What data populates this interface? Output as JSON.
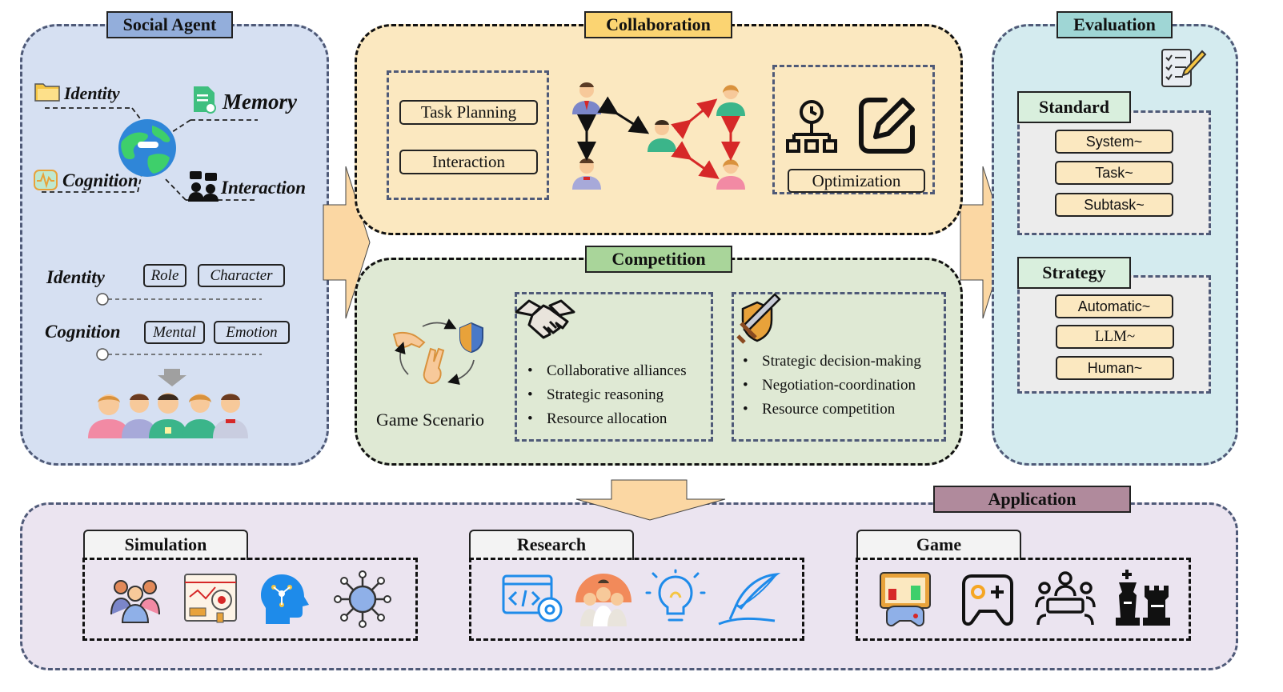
{
  "social_agent": {
    "title": "Social Agent",
    "traits": [
      "Identity",
      "Memory",
      "Cognition",
      "Interaction"
    ],
    "identity_label": "Identity",
    "identity_tags": [
      "Role",
      "Character"
    ],
    "cognition_label": "Cognition",
    "cognition_tags": [
      "Mental",
      "Emotion"
    ]
  },
  "collaboration": {
    "title": "Collaboration",
    "left_items": [
      "Task Planning",
      "Interaction"
    ],
    "optimization_label": "Optimization"
  },
  "competition": {
    "title": "Competition",
    "game_scenario": "Game Scenario",
    "list1": [
      "Collaborative alliances",
      "Strategic reasoning",
      "Resource allocation"
    ],
    "list2": [
      "Strategic decision-making",
      "Negotiation-coordination",
      "Resource competition"
    ]
  },
  "evaluation": {
    "title": "Evaluation",
    "standard_title": "Standard",
    "standard_items": [
      "System~",
      "Task~",
      "Subtask~"
    ],
    "strategy_title": "Strategy",
    "strategy_items": [
      "Automatic~",
      "LLM~",
      "Human~"
    ]
  },
  "application": {
    "title": "Application",
    "simulation_title": "Simulation",
    "research_title": "Research",
    "game_title": "Game"
  },
  "colors": {
    "social_bg": "#d6e0f2",
    "collab_bg": "#fbe8c0",
    "comp_bg": "#dfe9d4",
    "eval_bg": "#d4ebef",
    "app_bg": "#ebe4f0",
    "arrow_fill": "#fbd7a3",
    "social_tag": "#93aedb",
    "collab_tag": "#fbd472",
    "comp_tag": "#a9d59a",
    "eval_tag": "#9fd6d5",
    "app_tag": "#b08a9c",
    "std_tag": "#d9efdd",
    "accent_red": "#d62828"
  },
  "icons": [
    "folder-icon",
    "document-icon",
    "globe-icon",
    "brain-wave-icon",
    "chat-people-icon",
    "people-group-icon",
    "person-icon",
    "arrow-icon",
    "hierarchy-clock-icon",
    "edit-icon",
    "hand-gesture-icon",
    "shield-icon",
    "handshake-icon",
    "sword-shield-icon",
    "checklist-icon",
    "team-icon",
    "dashboard-icon",
    "head-network-icon",
    "neural-icon",
    "code-gear-icon",
    "doctors-icon",
    "lightbulb-icon",
    "quill-icon",
    "game-screen-icon",
    "gamepad-icon",
    "meeting-icon",
    "chess-icon"
  ]
}
